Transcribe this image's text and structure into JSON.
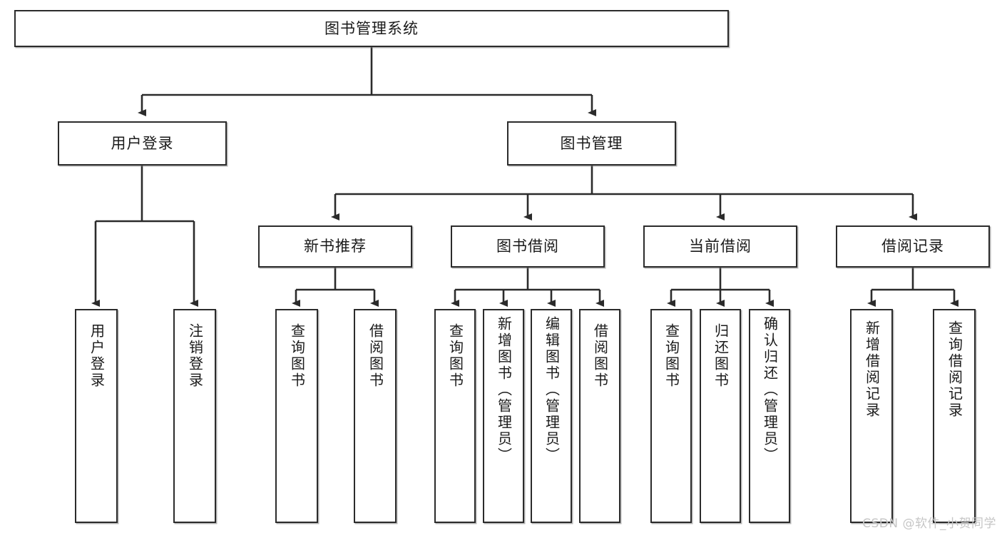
{
  "diagram": {
    "type": "tree",
    "title": "图书管理系统",
    "root": {
      "id": "root",
      "label": "图书管理系统"
    },
    "level2": [
      {
        "id": "user-login",
        "label": "用户登录"
      },
      {
        "id": "book-management",
        "label": "图书管理"
      }
    ],
    "level3": [
      {
        "id": "new-book-recommend",
        "label": "新书推荐",
        "parent": "book-management"
      },
      {
        "id": "book-borrow",
        "label": "图书借阅",
        "parent": "book-management"
      },
      {
        "id": "current-borrow",
        "label": "当前借阅",
        "parent": "book-management"
      },
      {
        "id": "borrow-record",
        "label": "借阅记录",
        "parent": "book-management"
      }
    ],
    "leaves": [
      {
        "id": "leaf-user-login",
        "label": "用户登录",
        "parent": "user-login"
      },
      {
        "id": "leaf-logout-login",
        "label": "注销登录",
        "parent": "user-login"
      },
      {
        "id": "leaf-query-book-1",
        "label": "查询图书",
        "parent": "new-book-recommend"
      },
      {
        "id": "leaf-borrow-book-1",
        "label": "借阅图书",
        "parent": "new-book-recommend"
      },
      {
        "id": "leaf-query-book-2",
        "label": "查询图书",
        "parent": "book-borrow"
      },
      {
        "id": "leaf-add-book",
        "label": "新增图书（管理员）",
        "parent": "book-borrow"
      },
      {
        "id": "leaf-edit-book",
        "label": "编辑图书（管理员）",
        "parent": "book-borrow"
      },
      {
        "id": "leaf-borrow-book-2",
        "label": "借阅图书",
        "parent": "book-borrow"
      },
      {
        "id": "leaf-query-book-3",
        "label": "查询图书",
        "parent": "current-borrow"
      },
      {
        "id": "leaf-return-book",
        "label": "归还图书",
        "parent": "current-borrow"
      },
      {
        "id": "leaf-confirm-return",
        "label": "确认归还（管理员）",
        "parent": "current-borrow"
      },
      {
        "id": "leaf-add-record",
        "label": "新增借阅记录",
        "parent": "borrow-record"
      },
      {
        "id": "leaf-query-record",
        "label": "查询借阅记录",
        "parent": "borrow-record"
      }
    ],
    "colors": {
      "stroke": "#2b2b2b",
      "fill": "#ffffff",
      "text": "#1a1a1a",
      "watermark": "#c6c6c6"
    }
  },
  "watermark": {
    "text": "CSDN @软件_小贺同学"
  }
}
